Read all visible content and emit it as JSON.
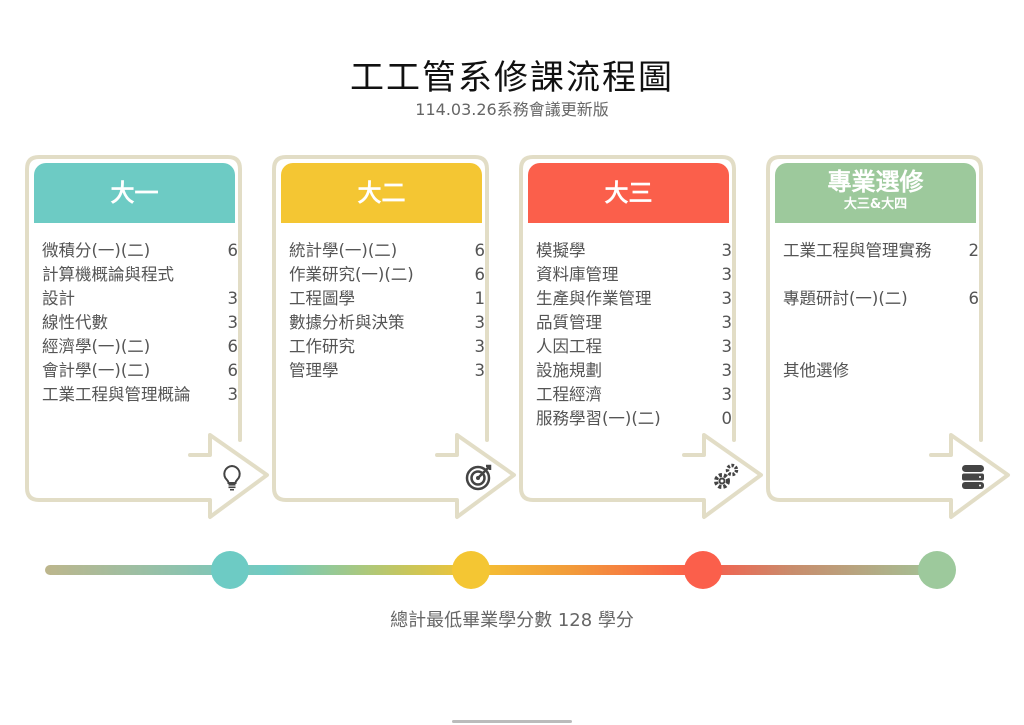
{
  "title": "工工管系修課流程圖",
  "subtitle": "114.03.26系務會議更新版",
  "cards": [
    {
      "heading": "大一",
      "color": "#6dcbc4",
      "icon": "lightbulb-icon",
      "courses": [
        {
          "name": "微積分(一)(二)",
          "credits": "6"
        },
        {
          "name": "計算機概論與程式",
          "credits": ""
        },
        {
          "name": "設計",
          "credits": "3"
        },
        {
          "name": "線性代數",
          "credits": "3"
        },
        {
          "name": "經濟學(一)(二)",
          "credits": "6"
        },
        {
          "name": "會計學(一)(二)",
          "credits": "6"
        },
        {
          "name": "工業工程與管理概論",
          "credits": "3"
        }
      ]
    },
    {
      "heading": "大二",
      "color": "#f4c633",
      "icon": "target-icon",
      "courses": [
        {
          "name": "統計學(一)(二)",
          "credits": "6"
        },
        {
          "name": "作業研究(一)(二)",
          "credits": "6"
        },
        {
          "name": "工程圖學",
          "credits": "1"
        },
        {
          "name": "數據分析與決策",
          "credits": "3"
        },
        {
          "name": "工作研究",
          "credits": "3"
        },
        {
          "name": "管理學",
          "credits": "3"
        }
      ]
    },
    {
      "heading": "大三",
      "color": "#fb5f4b",
      "icon": "gears-icon",
      "courses": [
        {
          "name": "模擬學",
          "credits": "3"
        },
        {
          "name": "資料庫管理",
          "credits": "3"
        },
        {
          "name": "生產與作業管理",
          "credits": "3"
        },
        {
          "name": "品質管理",
          "credits": "3"
        },
        {
          "name": "人因工程",
          "credits": "3"
        },
        {
          "name": "設施規劃",
          "credits": "3"
        },
        {
          "name": "工程經濟",
          "credits": "3"
        },
        {
          "name": "服務學習(一)(二)",
          "credits": "0"
        }
      ]
    },
    {
      "heading": "專業選修",
      "subheading": "大三&大四",
      "color": "#9dc99c",
      "icon": "database-icon",
      "courses": [
        {
          "name": "工業工程與管理實務",
          "credits": "2"
        },
        {
          "name": "",
          "credits": ""
        },
        {
          "name": "專題研討(一)(二)",
          "credits": "6"
        },
        {
          "name": "",
          "credits": ""
        },
        {
          "name": "",
          "credits": ""
        },
        {
          "name": "其他選修",
          "credits": ""
        }
      ]
    }
  ],
  "total": "總計最低畢業學分數 128 學分"
}
